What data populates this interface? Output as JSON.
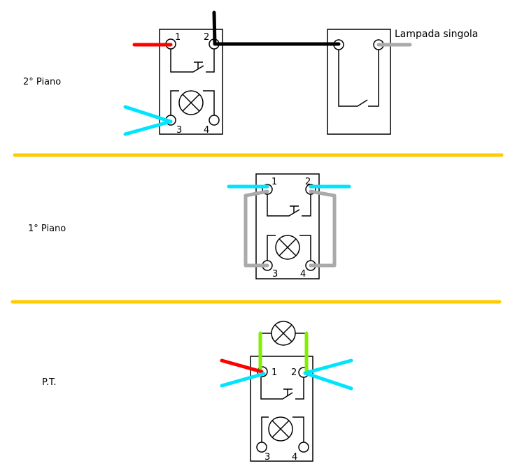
{
  "diagram": {
    "title": "Schema collegamento pulsanti su tre piani",
    "colors": {
      "floor_separator": "#ffcc00",
      "phase": "#ff0000",
      "return_black": "#000000",
      "return_cyan": "#00e5ff",
      "bridge_gray": "#aaaaaa",
      "lamp_green": "#80f000"
    },
    "floors": [
      {
        "label": "2° Piano",
        "components": [
          "pulsante-con-spia",
          "lampada-singola"
        ]
      },
      {
        "label": "1° Piano",
        "components": [
          "pulsante-con-spia"
        ]
      },
      {
        "label": "P.T.",
        "components": [
          "pulsante-con-spia",
          "lampada"
        ]
      }
    ],
    "terminal_labels": [
      "1",
      "2",
      "3",
      "4"
    ],
    "lamp_note": "Lampada singola",
    "icons": {
      "push_button": "push-button-symbol",
      "lamp": "lamp-cross-symbol",
      "switch": "switch-symbol"
    }
  }
}
